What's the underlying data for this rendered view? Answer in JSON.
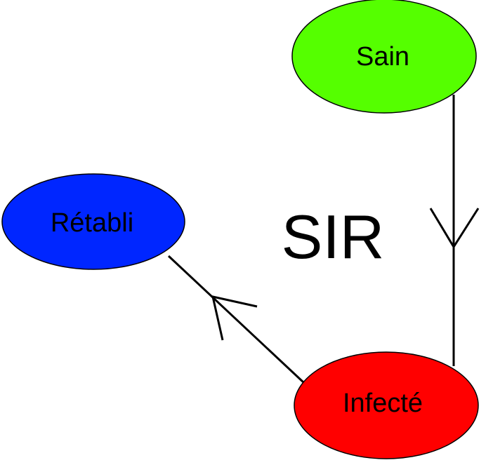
{
  "diagram": {
    "title": "SIR",
    "nodes": [
      {
        "id": "sain",
        "label": "Sain",
        "color": "#55ff00"
      },
      {
        "id": "retabli",
        "label": "Rétabli",
        "color": "#0026ff"
      },
      {
        "id": "infecte",
        "label": "Infecté",
        "color": "#ff0000"
      }
    ],
    "edges": [
      {
        "from": "sain",
        "to": "infecte"
      },
      {
        "from": "infecte",
        "to": "retabli"
      }
    ]
  }
}
